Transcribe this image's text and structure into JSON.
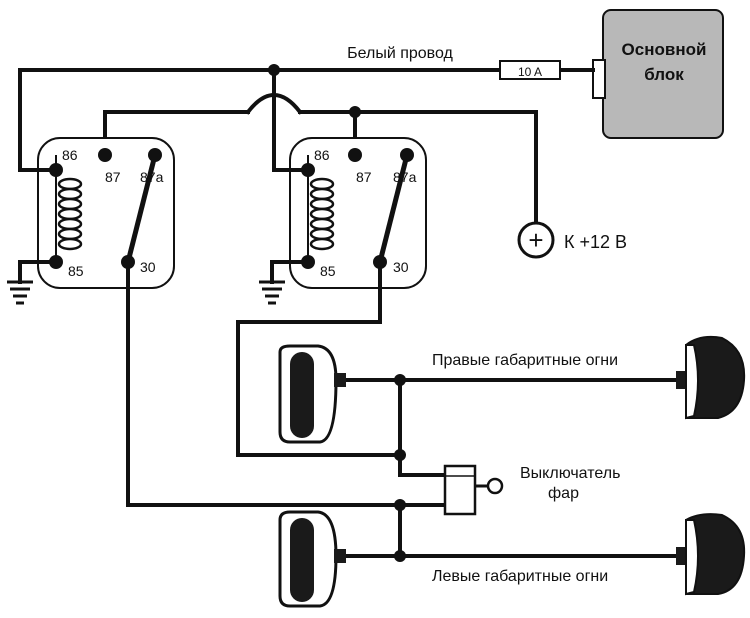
{
  "labels": {
    "white_wire": "Белый провод",
    "fuse": "10 A",
    "main_unit_line1": "Основной",
    "main_unit_line2": "блок",
    "plus_symbol": "+",
    "battery": "К +12 В",
    "right_lights": "Правые габаритные огни",
    "left_lights": "Левые габаритные огни",
    "switch_line1": "Выключатель",
    "switch_line2": "фар"
  },
  "relays": [
    {
      "pins": {
        "p86": "86",
        "p87": "87",
        "p87a": "87a",
        "p85": "85",
        "p30": "30"
      }
    },
    {
      "pins": {
        "p86": "86",
        "p87": "87",
        "p87a": "87a",
        "p85": "85",
        "p30": "30"
      }
    }
  ],
  "colors": {
    "ink": "#111111",
    "main_unit_fill": "#b8b8b8",
    "lamp_dark": "#1a1a1a"
  }
}
